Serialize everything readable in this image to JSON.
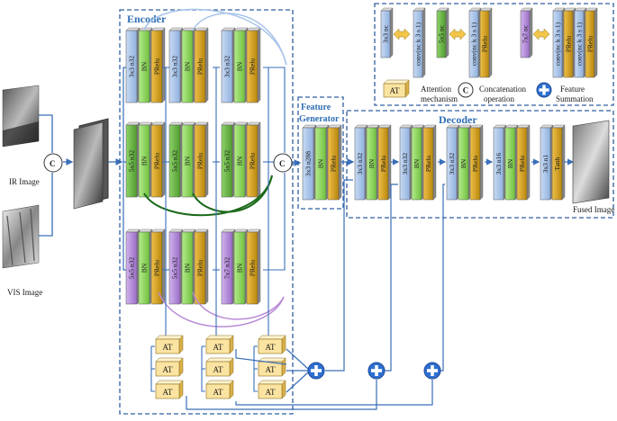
{
  "inputs": {
    "ir_label": "IR Image",
    "vis_label": "VIS Image"
  },
  "encoder": {
    "title": "Encoder",
    "rows": [
      {
        "conv_label": "3x3  n32",
        "color": "#a9c4ea"
      },
      {
        "conv_label": "5x5  n32",
        "color": "#72b84c"
      },
      {
        "conv_label": "5x5  n32",
        "color": "#b58bd9"
      }
    ],
    "row3_stage3_label": "7x7  n32",
    "bn_label": "BN",
    "prelu_label": "PRelu"
  },
  "feature_generator": {
    "title_line1": "Feature",
    "title_line2": "Generator",
    "conv_label": "3x3  n288",
    "bn_label": "BN",
    "prelu_label": "PRelu"
  },
  "decoder": {
    "title": "Decoder",
    "blocks": [
      {
        "conv_label": "3x3  n32",
        "bn_label": "BN",
        "act_label": "PRelu"
      },
      {
        "conv_label": "3x3  n32",
        "bn_label": "BN",
        "act_label": "PRelu"
      },
      {
        "conv_label": "3x3  n32",
        "bn_label": "BN",
        "act_label": "PRelu"
      },
      {
        "conv_label": "3x3  n16",
        "bn_label": "BN",
        "act_label": "PRelu"
      }
    ],
    "final": {
      "conv_label": "3x3  n1",
      "act_label": "Tanh"
    },
    "output_label": "Fused Image"
  },
  "concat_symbol": "C",
  "attention_label": "AT",
  "legend": {
    "kernels": [
      "3x3  nc",
      "5x5  nc",
      "7x7  nc"
    ],
    "conv_label": "conv(nc  k 3 s 1)",
    "prelu_label": "PRelu",
    "at_label": "AT",
    "attention_text": [
      "Attention",
      "mechanism"
    ],
    "concat_text": [
      "Concatenation",
      "operation"
    ],
    "sum_text": [
      "Feature",
      "Summation"
    ]
  },
  "colors": {
    "blue_block": "#a9c4ea",
    "green_block": "#72b84c",
    "purple_block": "#b58bd9",
    "bn_green": "#8ed35c",
    "prelu_gold": "#d9a520",
    "at_yellow": "#fbe3a1",
    "line_blue": "#3a6fb8",
    "arc_lightblue": "#a9c4ea",
    "arc_green": "#1b6a1b",
    "arc_purple": "#b98bd6",
    "dashed_border": "#2f5fa0"
  }
}
